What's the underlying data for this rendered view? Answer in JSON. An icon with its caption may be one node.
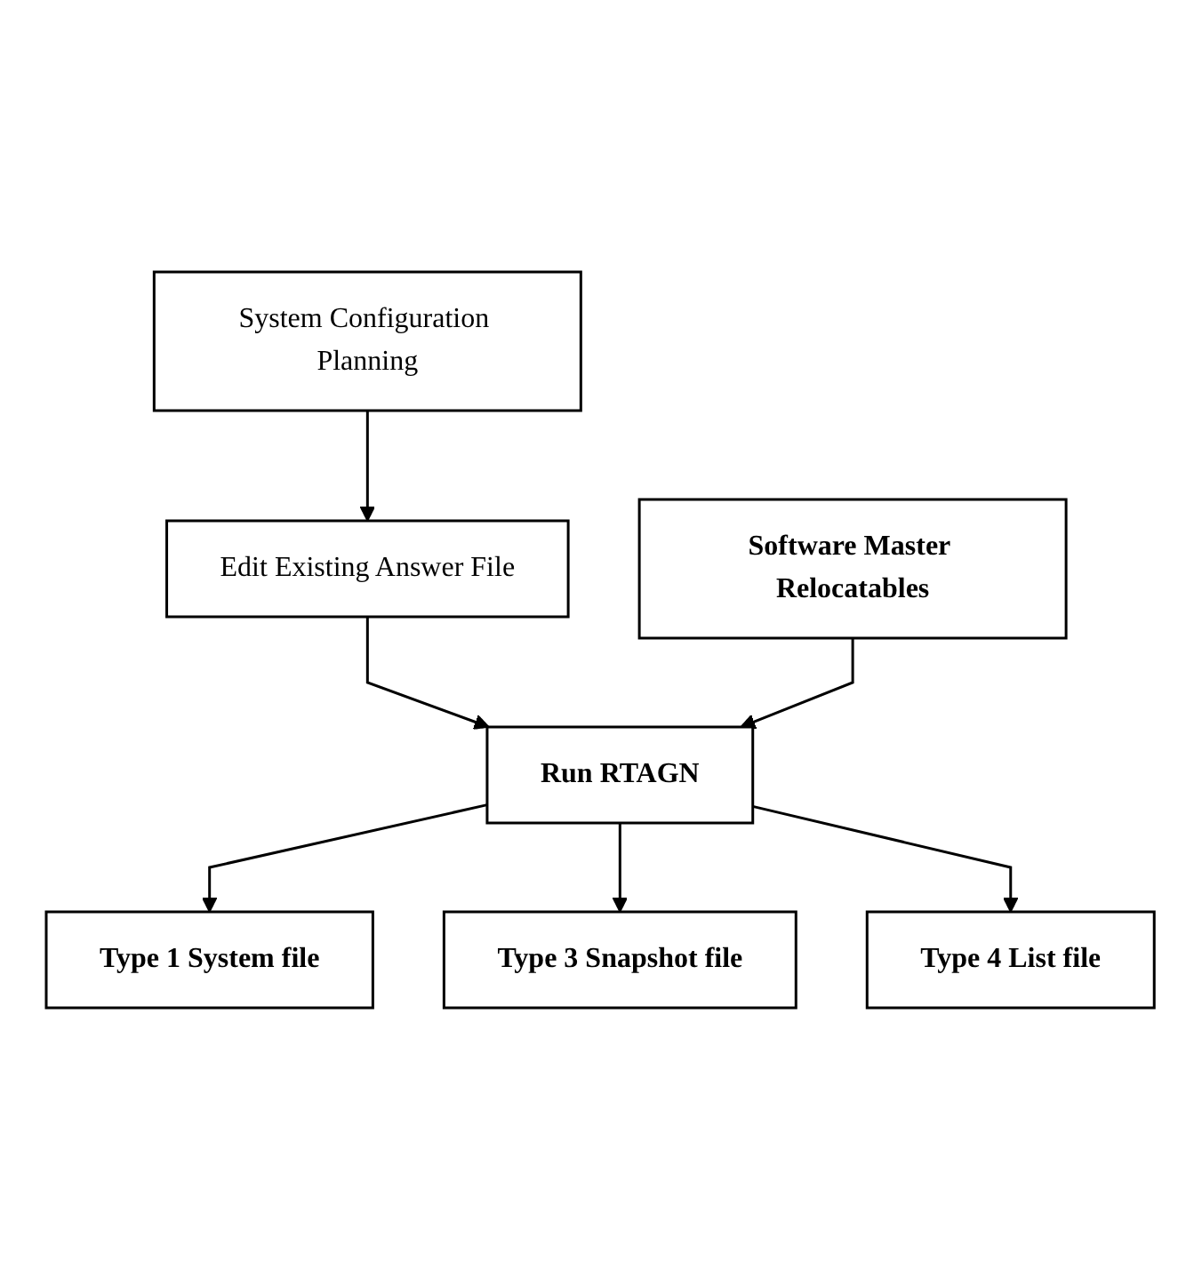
{
  "diagram": {
    "nodes": [
      {
        "text": [
          "System Configuration Planning"
        ]
      },
      {
        "text": [
          "Edit Existing Answer File"
        ]
      },
      {
        "text": [
          "Software Master Relocatables"
        ]
      },
      {
        "text": [
          "Run RTAGN"
        ]
      },
      {
        "text": [
          "Type 1 System file"
        ]
      },
      {
        "text": [
          "Type 3 Snapshot file"
        ]
      },
      {
        "text": [
          "Type 4 List file"
        ]
      }
    ],
    "edges": [
      {
        "from": 0,
        "to": 1,
        "arrow": "to"
      },
      {
        "from": 1,
        "to": 3,
        "arrow": "to"
      },
      {
        "from": 2,
        "to": 3,
        "arrow": "to"
      },
      {
        "from": 3,
        "to": 4,
        "arrow": "to"
      },
      {
        "from": 3,
        "to": 5,
        "arrow": "to"
      },
      {
        "from": 3,
        "to": 6,
        "arrow": "to"
      }
    ]
  }
}
